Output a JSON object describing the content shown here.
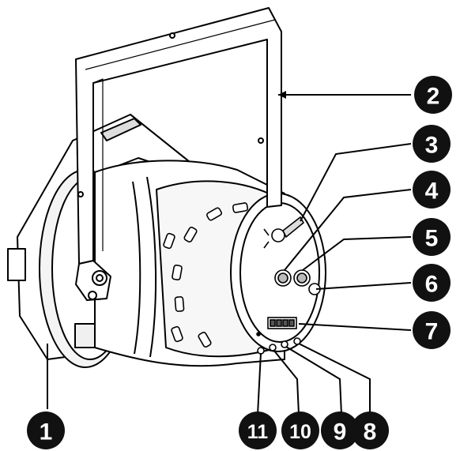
{
  "callouts": [
    {
      "id": "1",
      "label": "1"
    },
    {
      "id": "2",
      "label": "2"
    },
    {
      "id": "3",
      "label": "3"
    },
    {
      "id": "4",
      "label": "4"
    },
    {
      "id": "5",
      "label": "5"
    },
    {
      "id": "6",
      "label": "6"
    },
    {
      "id": "7",
      "label": "7"
    },
    {
      "id": "8",
      "label": "8"
    },
    {
      "id": "9",
      "label": "9"
    },
    {
      "id": "10",
      "label": "10"
    },
    {
      "id": "11",
      "label": "11"
    }
  ],
  "colors": {
    "ink": "#000000",
    "paper": "#ffffff",
    "shade": "#e6e6e6",
    "callout_fill": "#111111"
  }
}
